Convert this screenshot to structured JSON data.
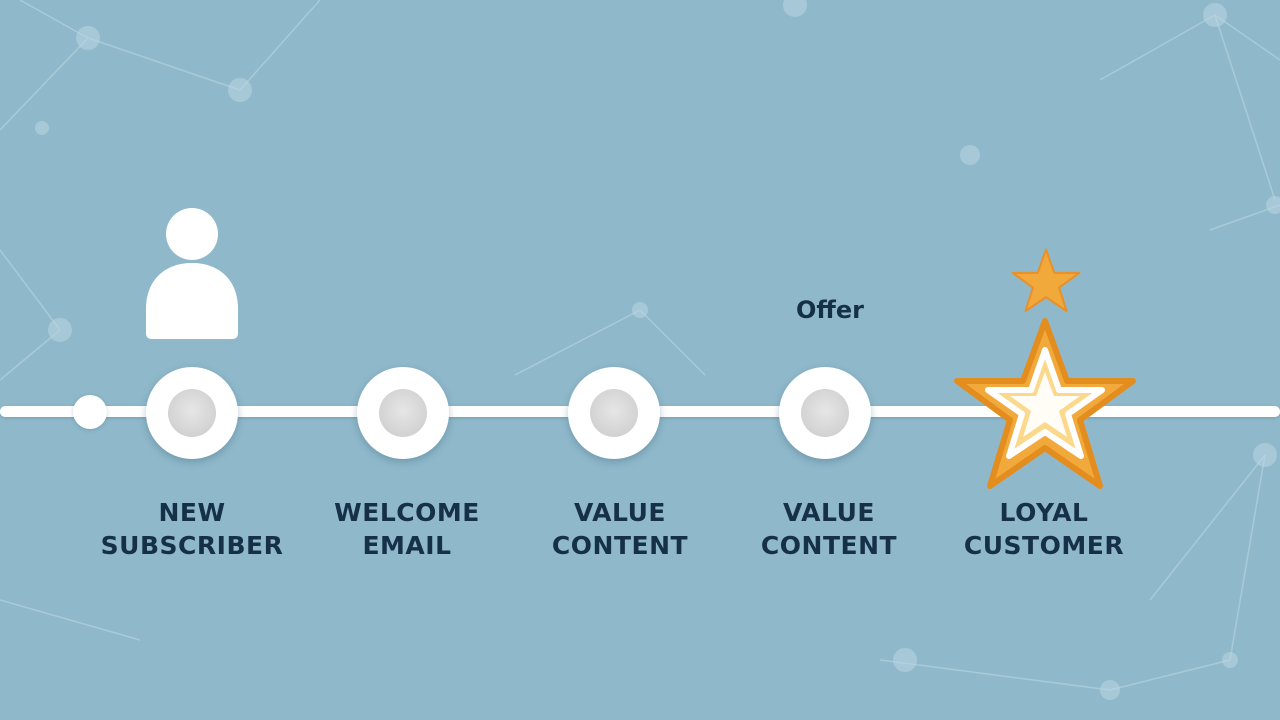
{
  "diagram": {
    "steps": [
      {
        "id": "new-subscriber",
        "line1": "NEW",
        "line2": "SUBSCRIBER"
      },
      {
        "id": "welcome-email",
        "line1": "WELCOME",
        "line2": "EMAIL"
      },
      {
        "id": "value-content-1",
        "line1": "VALUE",
        "line2": "CONTENT"
      },
      {
        "id": "value-content-2",
        "line1": "VALUE",
        "line2": "CONTENT"
      },
      {
        "id": "loyal-customer",
        "line1": "LOYAL",
        "line2": "CUSTOMER"
      }
    ],
    "offer_label": "Offer"
  },
  "colors": {
    "background": "#8fb9cb",
    "text": "#16304a",
    "timeline": "#ffffff",
    "star_gold": "#f2a93b",
    "star_light": "#fff6d9"
  },
  "icons": {
    "start": "user-icon",
    "end": "star-icon",
    "accent": "small-star-icon"
  }
}
